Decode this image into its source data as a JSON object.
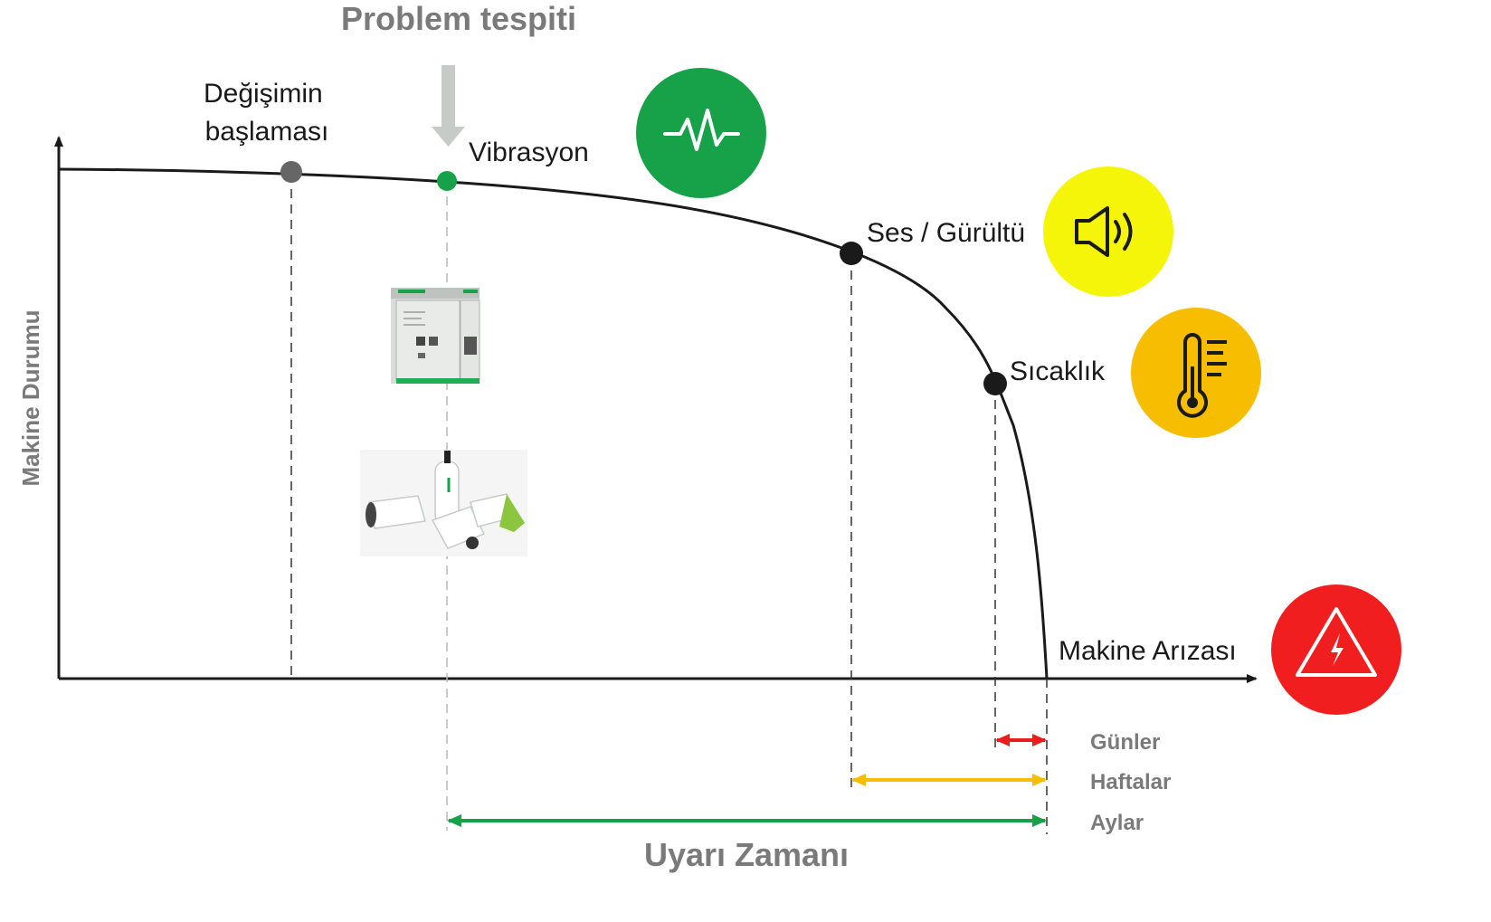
{
  "title": "Problem tespiti",
  "y_axis_label": "Makine Durumu",
  "bottom_label": "Uyarı Zamanı",
  "points": {
    "start": "Değişimin\nbaşlaması",
    "vibration": "Vibrasyon",
    "noise": "Ses / Gürültü",
    "temperature": "Sıcaklık",
    "failure": "Makine Arızası"
  },
  "ranges": {
    "days": "Günler",
    "weeks": "Haftalar",
    "months": "Aylar"
  },
  "icons": {
    "vibration": "vibration-wave-icon",
    "noise": "speaker-icon",
    "temperature": "thermometer-icon",
    "failure": "warning-triangle-icon"
  },
  "colors": {
    "vibration": "#17a24a",
    "noise": "#f5f50a",
    "temperature": "#f7bd00",
    "failure": "#f01e1e",
    "days_arrow": "#e81e1e",
    "weeks_arrow": "#f7bd00",
    "months_arrow": "#17a24a",
    "start_dot": "#666666",
    "curve": "#1a1a1a"
  }
}
